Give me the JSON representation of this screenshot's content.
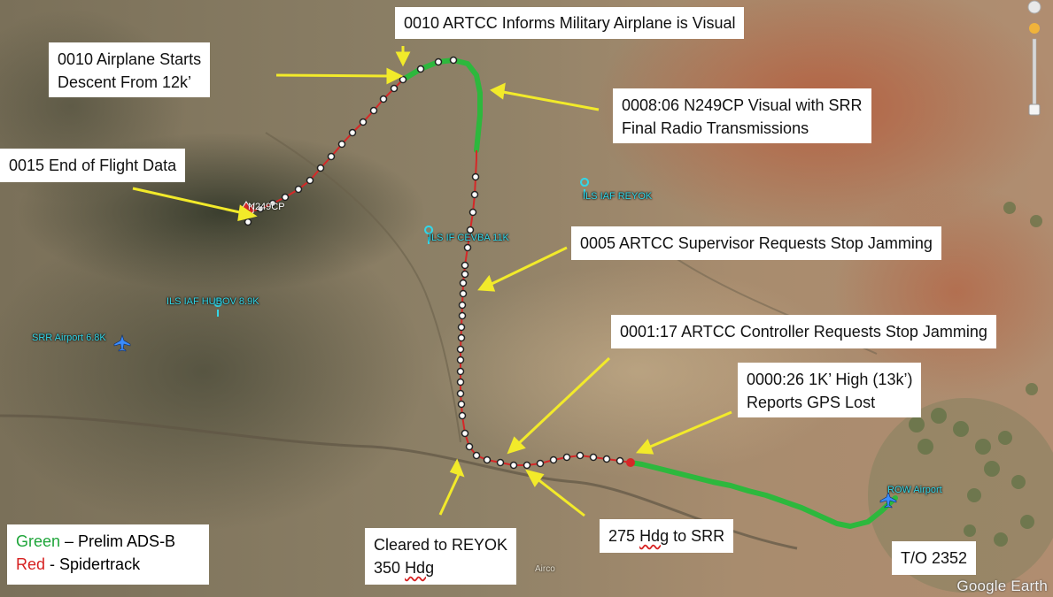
{
  "callouts": {
    "military_visual": "0010 ARTCC Informs Military Airplane is Visual",
    "descent_l1": "0010 Airplane Starts",
    "descent_l2": "Descent From 12k’",
    "visual_srr_l1": "0008:06 N249CP Visual with SRR",
    "visual_srr_l2": "Final Radio Transmissions",
    "end_data": "0015 End of Flight Data",
    "supervisor": "0005 ARTCC Supervisor Requests Stop Jamming",
    "controller": "0001:17 ARTCC Controller Requests Stop Jamming",
    "gps_l1": "0000:26 1K’ High (13k’)",
    "gps_l2": "Reports GPS Lost",
    "cleared_l1": "Cleared to REYOK",
    "cleared_l2_num": "350",
    "cleared_l2_word": "Hdg",
    "hdg_num": "275",
    "hdg_word": "Hdg",
    "hdg_tail": "to SRR",
    "takeoff": "T/O 2352"
  },
  "legend": {
    "green_word": "Green",
    "green_rest": " – Prelim ADS-B",
    "red_word": "Red",
    "red_rest": " - Spidertrack"
  },
  "places": {
    "aircraft": "N249CP",
    "ils_reyok": "ILS IAF REYOK",
    "ils_cevba": "ILS IF CEVBA 11K",
    "ils_hubov": "ILS IAF HUBOV 8.9K",
    "srr_airport": "SRR Airport  6.8K",
    "row_airport": "ROW Airport",
    "attrib": "Airco"
  },
  "branding": {
    "google_earth": "Google Earth"
  },
  "colors": {
    "ads_b": "#2db83d",
    "spidertrack": "#d62828",
    "arrow": "#f2ea2a",
    "place_label": "#33d6e8"
  },
  "icons": [
    "airplane-icon",
    "placemark-icon",
    "crash-marker-icon",
    "compass-icon",
    "zoom-slider-icon"
  ]
}
